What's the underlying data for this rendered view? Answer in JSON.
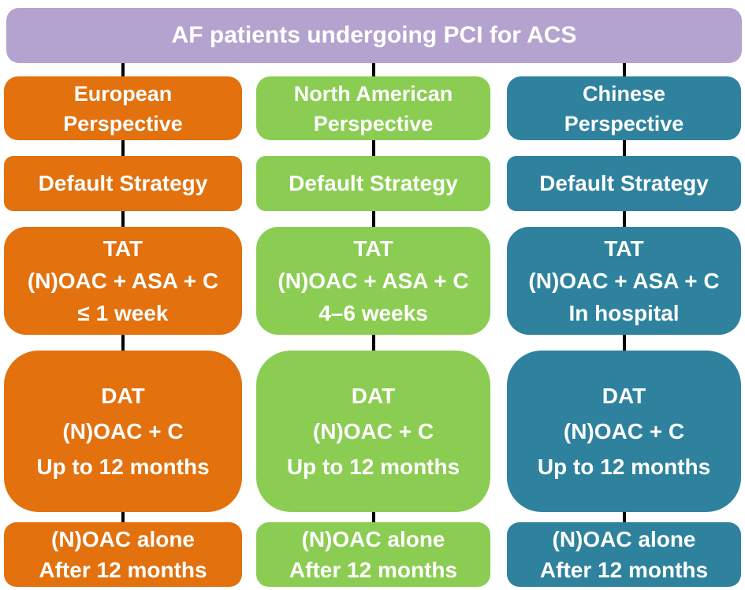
{
  "header": {
    "title": "AF patients undergoing PCI for ACS",
    "color": "#b4a3ce"
  },
  "colors": {
    "background": "#ffffff",
    "connector": "#000000",
    "text": "#ffffff"
  },
  "columns": [
    {
      "id": "european",
      "color": "#e2710e",
      "boxes": [
        {
          "name": "perspective",
          "lines": [
            "European",
            "Perspective"
          ]
        },
        {
          "name": "default-strategy",
          "lines": [
            "Default Strategy"
          ]
        },
        {
          "name": "tat",
          "lines": [
            "TAT",
            "(N)OAC + ASA + C",
            "≤ 1 week"
          ]
        },
        {
          "name": "dat",
          "lines": [
            "DAT",
            "(N)OAC + C",
            "Up to 12 months"
          ]
        },
        {
          "name": "noac-alone",
          "lines": [
            "(N)OAC alone",
            "After 12 months"
          ]
        }
      ]
    },
    {
      "id": "north-american",
      "color": "#8bcd52",
      "boxes": [
        {
          "name": "perspective",
          "lines": [
            "North American",
            "Perspective"
          ]
        },
        {
          "name": "default-strategy",
          "lines": [
            "Default Strategy"
          ]
        },
        {
          "name": "tat",
          "lines": [
            "TAT",
            "(N)OAC + ASA + C",
            "4–6 weeks"
          ]
        },
        {
          "name": "dat",
          "lines": [
            "DAT",
            "(N)OAC + C",
            "Up to 12 months"
          ]
        },
        {
          "name": "noac-alone",
          "lines": [
            "(N)OAC alone",
            "After 12 months"
          ]
        }
      ]
    },
    {
      "id": "chinese",
      "color": "#2e829e",
      "boxes": [
        {
          "name": "perspective",
          "lines": [
            "Chinese",
            "Perspective"
          ]
        },
        {
          "name": "default-strategy",
          "lines": [
            "Default Strategy"
          ]
        },
        {
          "name": "tat",
          "lines": [
            "TAT",
            "(N)OAC + ASA + C",
            "In hospital"
          ]
        },
        {
          "name": "dat",
          "lines": [
            "DAT",
            "(N)OAC + C",
            "Up to 12 months"
          ]
        },
        {
          "name": "noac-alone",
          "lines": [
            "(N)OAC alone",
            "After 12 months"
          ]
        }
      ]
    }
  ]
}
